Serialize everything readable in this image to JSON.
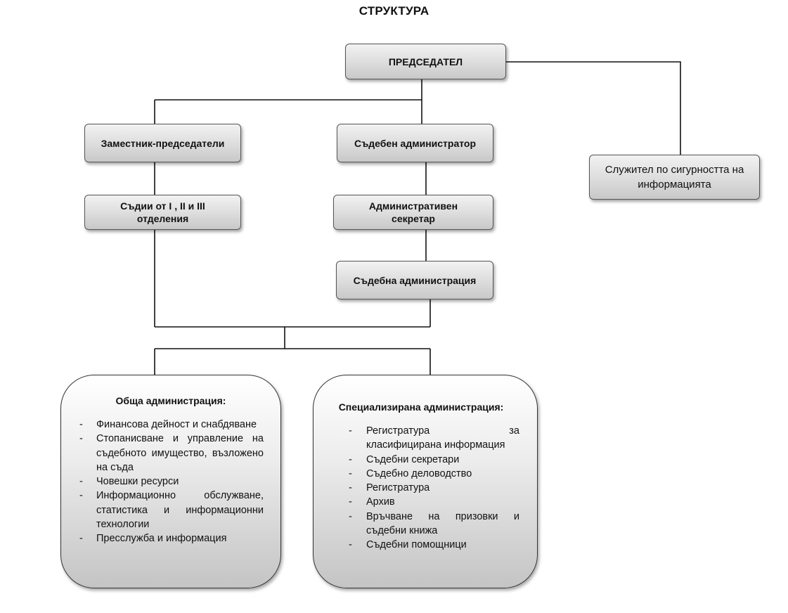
{
  "title": "СТРУКТУРА",
  "nodes": {
    "chairman": "ПРЕДСЕДАТЕЛ",
    "deputies": "Заместник-председатели",
    "court_admin": "Съдебен администратор",
    "security_officer": "Служител по сигурността на информацията",
    "judges": "Съдии от I , II и III отделения",
    "admin_secretary": "Административен секретар",
    "court_administration": "Съдебна администрация"
  },
  "general_admin": {
    "heading": "Обща администрация:",
    "items": [
      "Финансова дейност и снабдяване",
      "Стопанисване и управление на съдебното имущество, възложено на съда",
      "Човешки ресурси",
      "Информационно обслужване, статистика и информационни технологии",
      "Пресслужба и информация"
    ]
  },
  "specialized_admin": {
    "heading": "Специализирана администрация:",
    "items": [
      "Регистратура за класифицирана информация",
      "Съдебни секретари",
      "Съдебно деловодство",
      "Регистратура",
      "Архив",
      "Връчване на призовки и съдебни книжа",
      "Съдебни помощници"
    ]
  },
  "bullet": "-"
}
